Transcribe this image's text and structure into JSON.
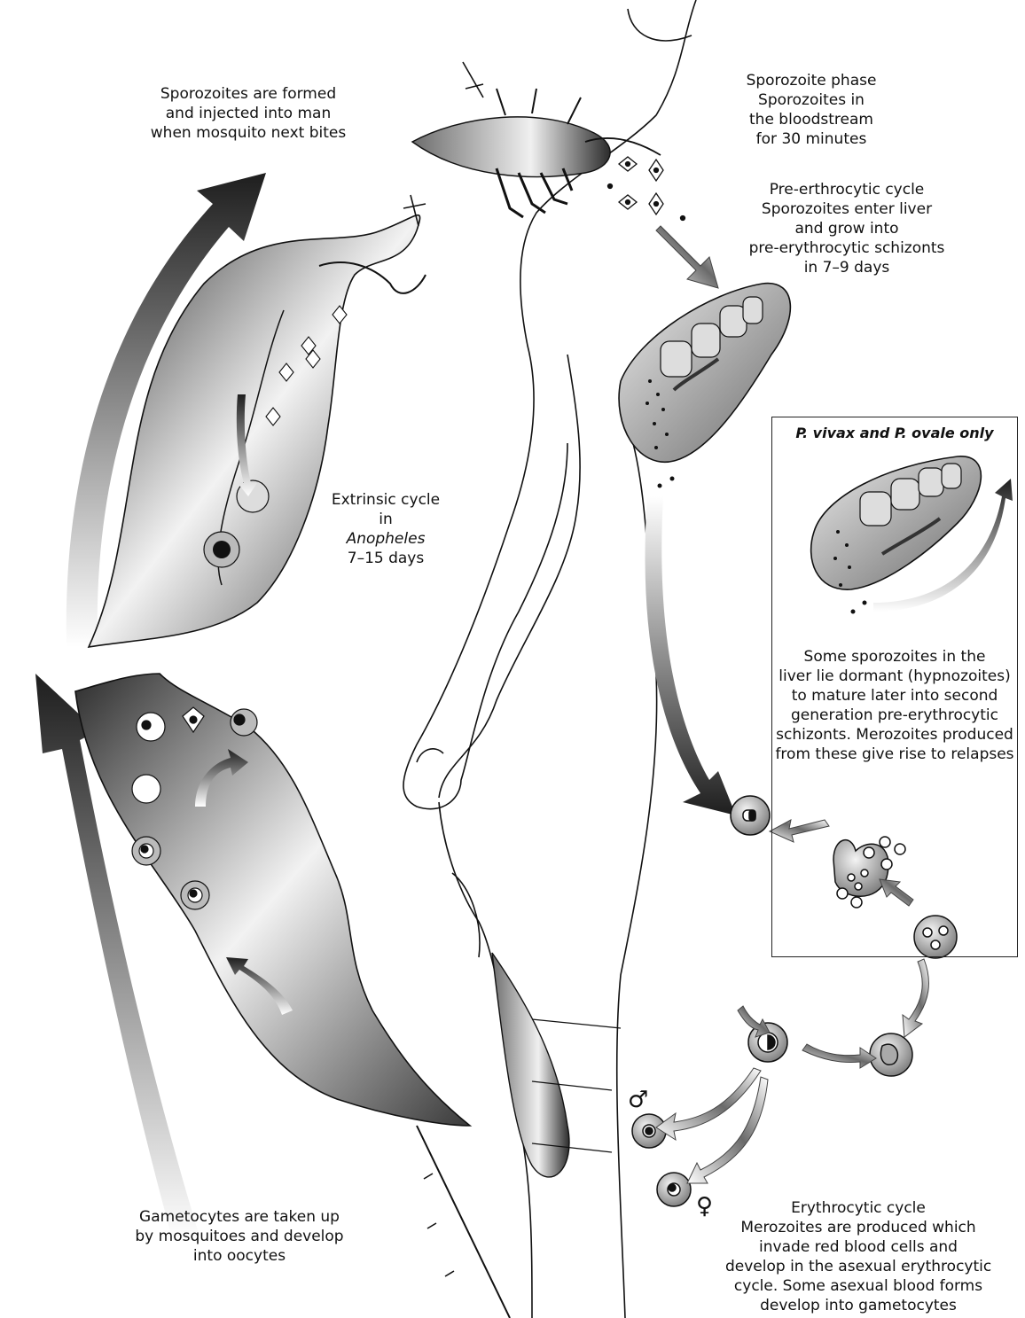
{
  "labels": {
    "sporozoites_formed": [
      "Sporozoites are formed",
      "and injected into man",
      "when mosquito next bites"
    ],
    "sporozoite_phase": [
      "Sporozoite phase",
      "Sporozoites in",
      "the bloodstream",
      "for 30 minutes"
    ],
    "pre_erythrocytic": [
      "Pre-erthrocytic cycle",
      "Sporozoites enter liver",
      "and grow into",
      "pre-erythrocytic schizonts",
      "in 7–9 days"
    ],
    "extrinsic": {
      "line1": "Extrinsic cycle",
      "line2": "in",
      "line3": "Anopheles",
      "line4": "7–15 days"
    },
    "box_title": "P. vivax and P. ovale only",
    "hypnozoites": [
      "Some sporozoites in the",
      "liver lie dormant (hypnozoites)",
      "to mature later into second",
      "generation pre-erythrocytic",
      "schizonts. Merozoites produced",
      "from these give rise to relapses"
    ],
    "gametocytes": [
      "Gametocytes are taken up",
      "by mosquitoes and develop",
      "into oocytes"
    ],
    "erythrocytic": [
      "Erythrocytic cycle",
      "Merozoites are produced which",
      "invade red blood cells and",
      "develop in the asexual erythrocytic",
      "cycle. Some asexual blood forms",
      "develop into gametocytes"
    ]
  },
  "symbols": {
    "male": "♂",
    "female": "♀"
  },
  "colors": {
    "ink": "#111111",
    "dark": "#2a2a2a",
    "mid": "#8c8c8c",
    "light": "#e6e6e6"
  }
}
